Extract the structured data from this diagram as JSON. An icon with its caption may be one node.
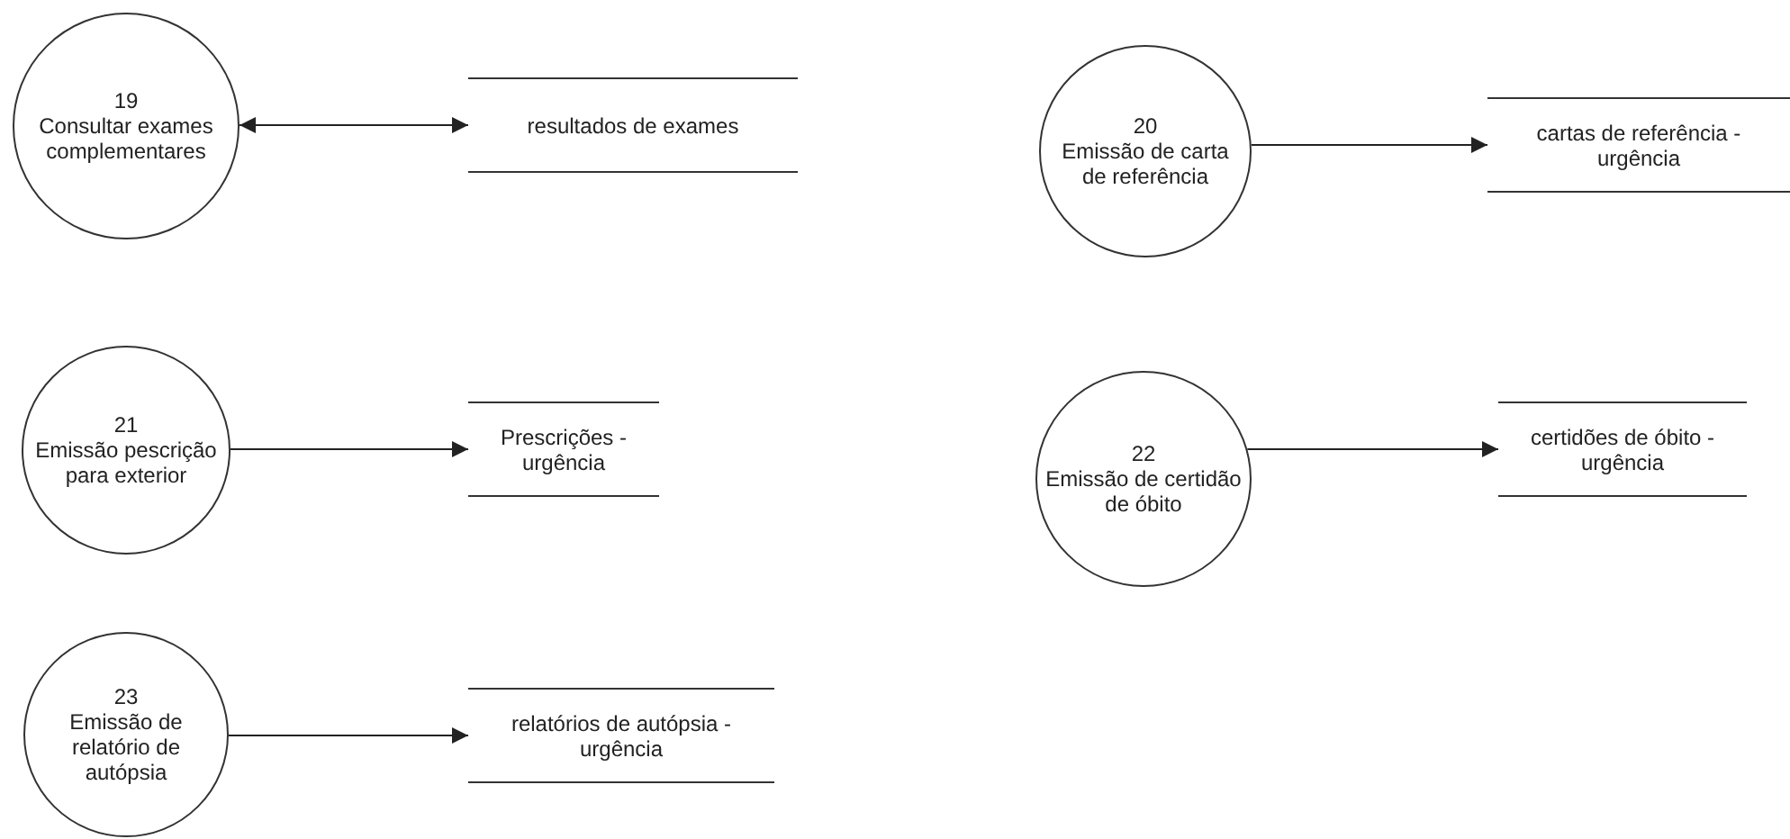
{
  "diagram": {
    "nodes": [
      {
        "text": [
          "19",
          "Consultar exames complementares"
        ]
      },
      {
        "text": [
          "resultados de exames"
        ]
      },
      {
        "text": [
          "20",
          "Emissão de carta de referência"
        ]
      },
      {
        "text": [
          "cartas de referência - urgência"
        ]
      },
      {
        "text": [
          "21",
          "Emissão pescrição para exterior"
        ]
      },
      {
        "text": [
          "Prescrições - urgência"
        ]
      },
      {
        "text": [
          "22",
          "Emissão de certidão de óbito"
        ]
      },
      {
        "text": [
          "certidões de óbito - urgência"
        ]
      },
      {
        "text": [
          "23",
          "Emissão de relatório de autópsia"
        ]
      },
      {
        "text": [
          "relatórios de autópsia - urgência"
        ]
      }
    ],
    "edges": [
      {
        "from": 0,
        "to": 1,
        "arrow": "both"
      },
      {
        "from": 2,
        "to": 3,
        "arrow": "to"
      },
      {
        "from": 4,
        "to": 5,
        "arrow": "to"
      },
      {
        "from": 6,
        "to": 7,
        "arrow": "to"
      },
      {
        "from": 8,
        "to": 9,
        "arrow": "to"
      }
    ]
  }
}
